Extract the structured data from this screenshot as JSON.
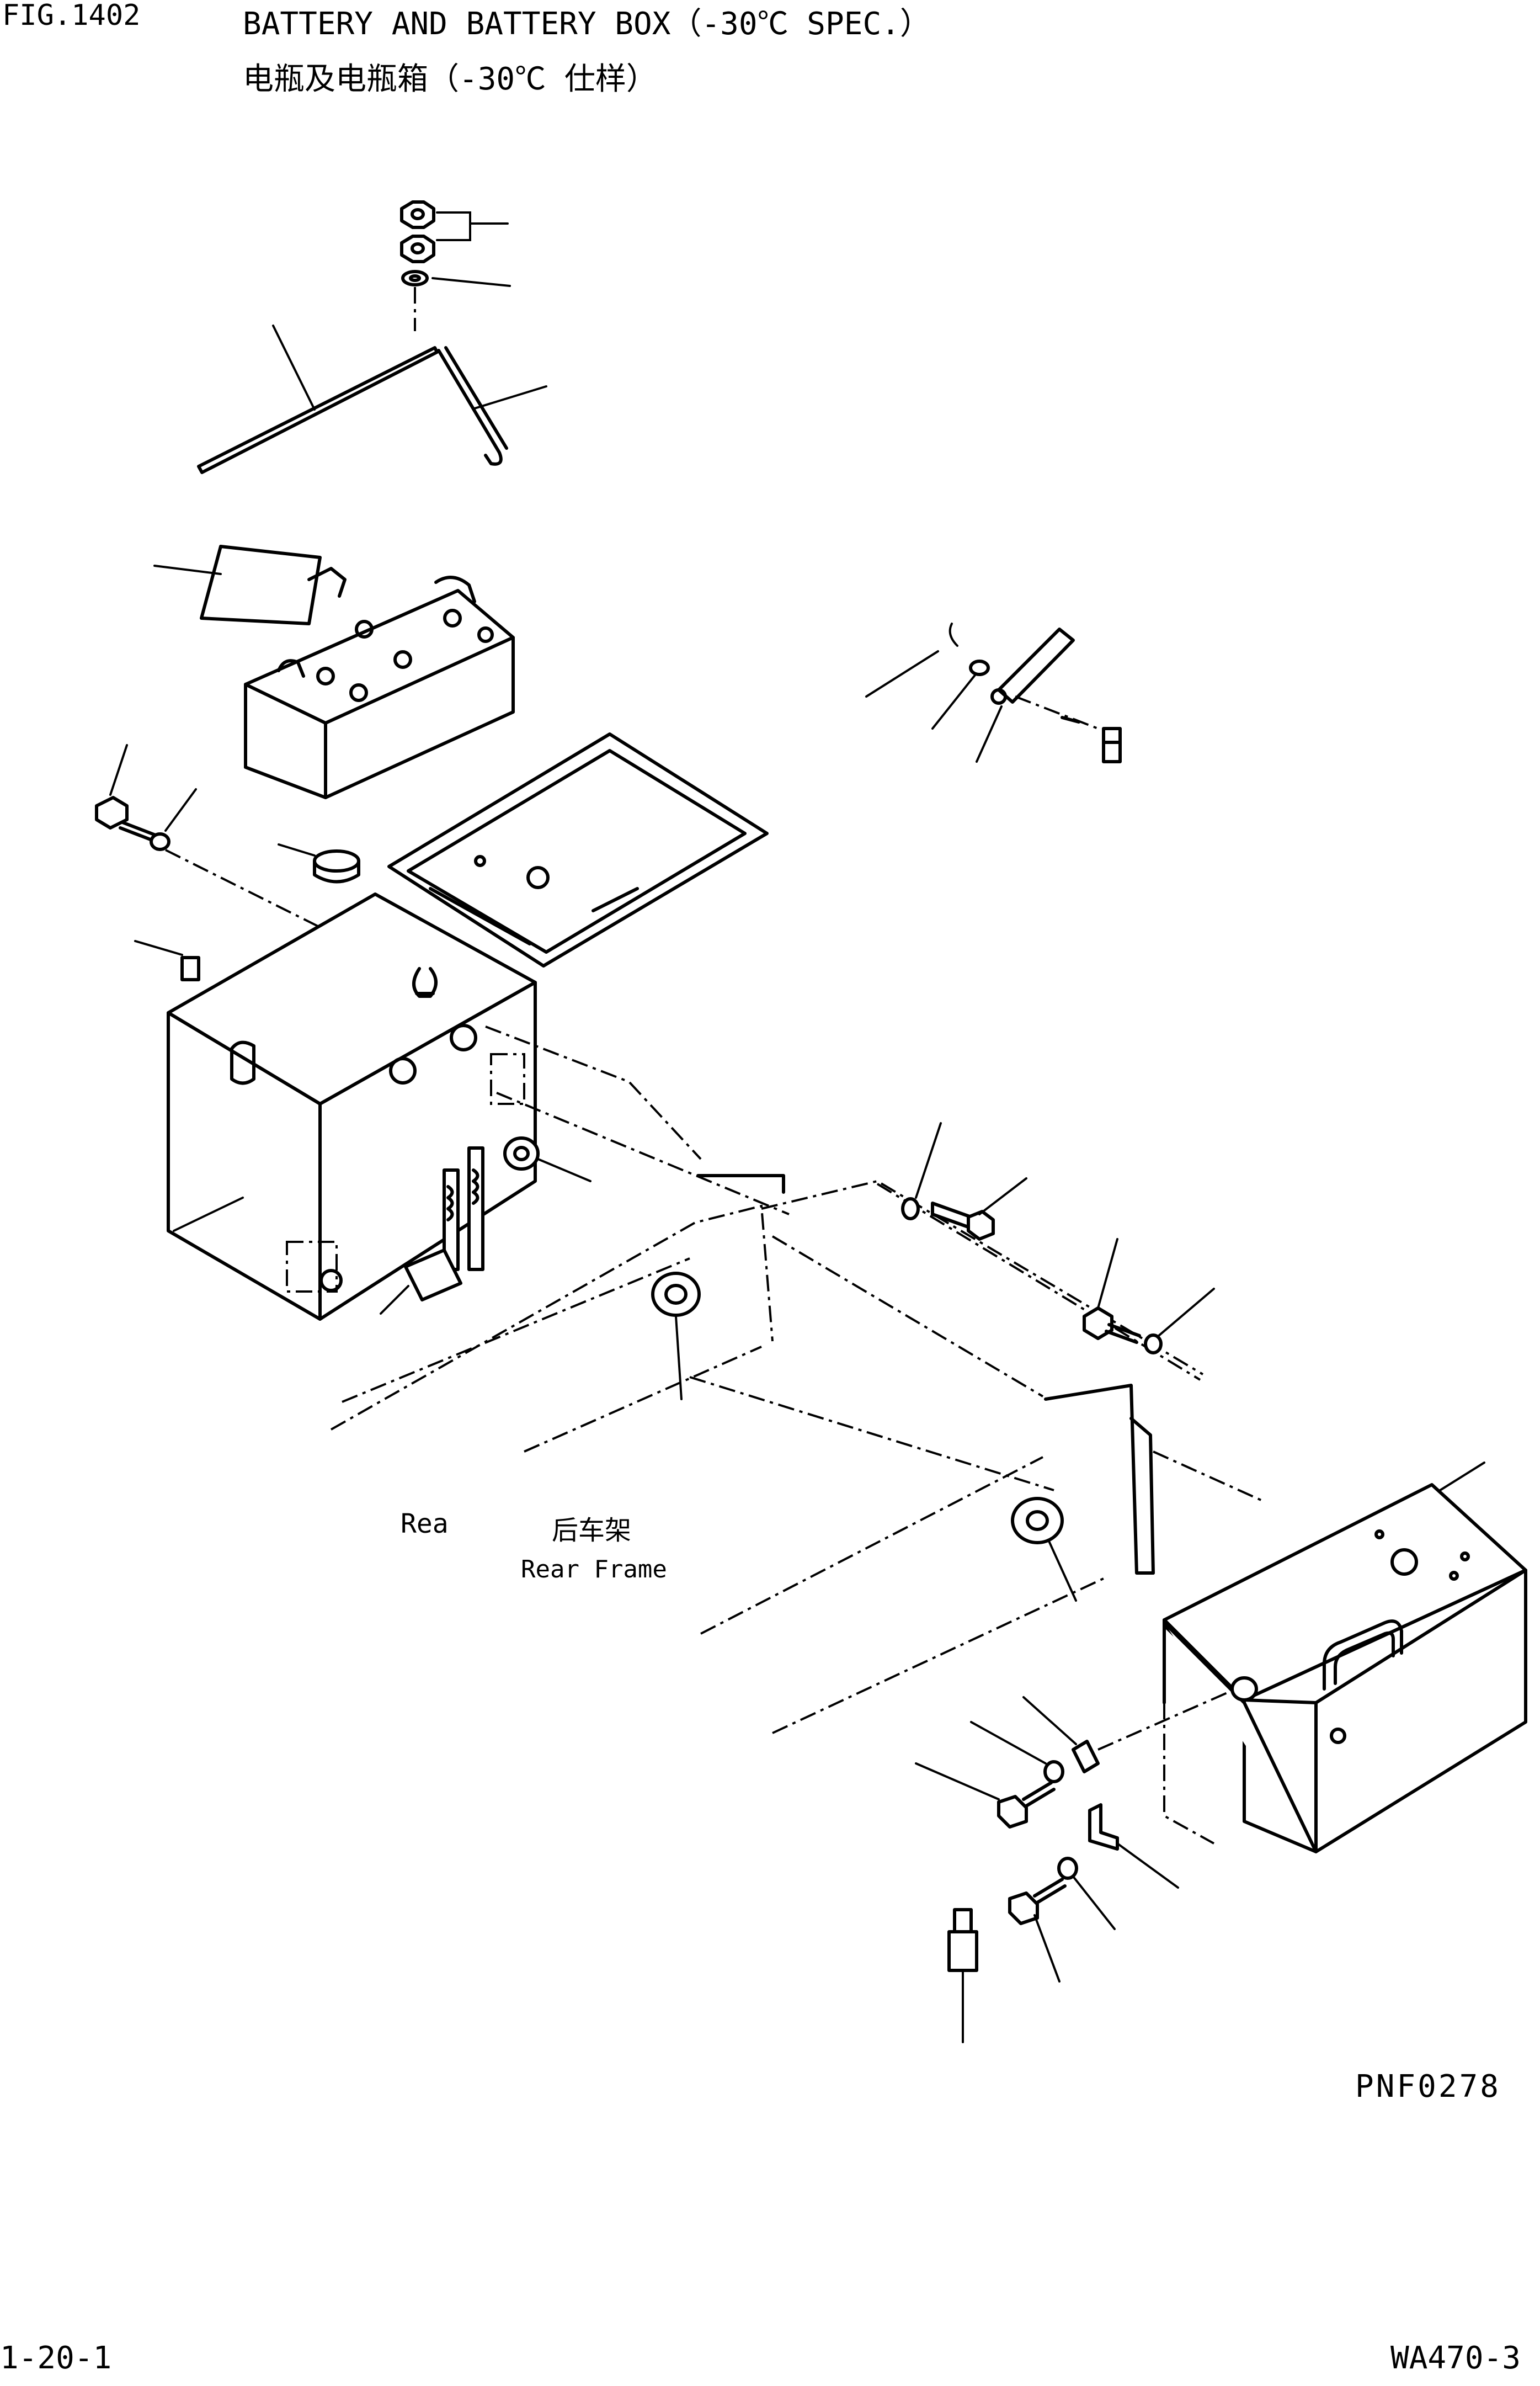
{
  "header": {
    "fig_no": "FIG.1402",
    "title_en": "BATTERY AND BATTERY BOX（-30℃ SPEC.）",
    "title_cn": "电瓶及电瓶箱（-30℃ 仕样）"
  },
  "labels": {
    "rea": "Rea",
    "rear_frame_cn": "后车架",
    "rear_frame_en": "Rear Frame"
  },
  "drawing_no": "PNF0278",
  "footer": {
    "page": "1-20-1",
    "model": "WA470-3"
  }
}
